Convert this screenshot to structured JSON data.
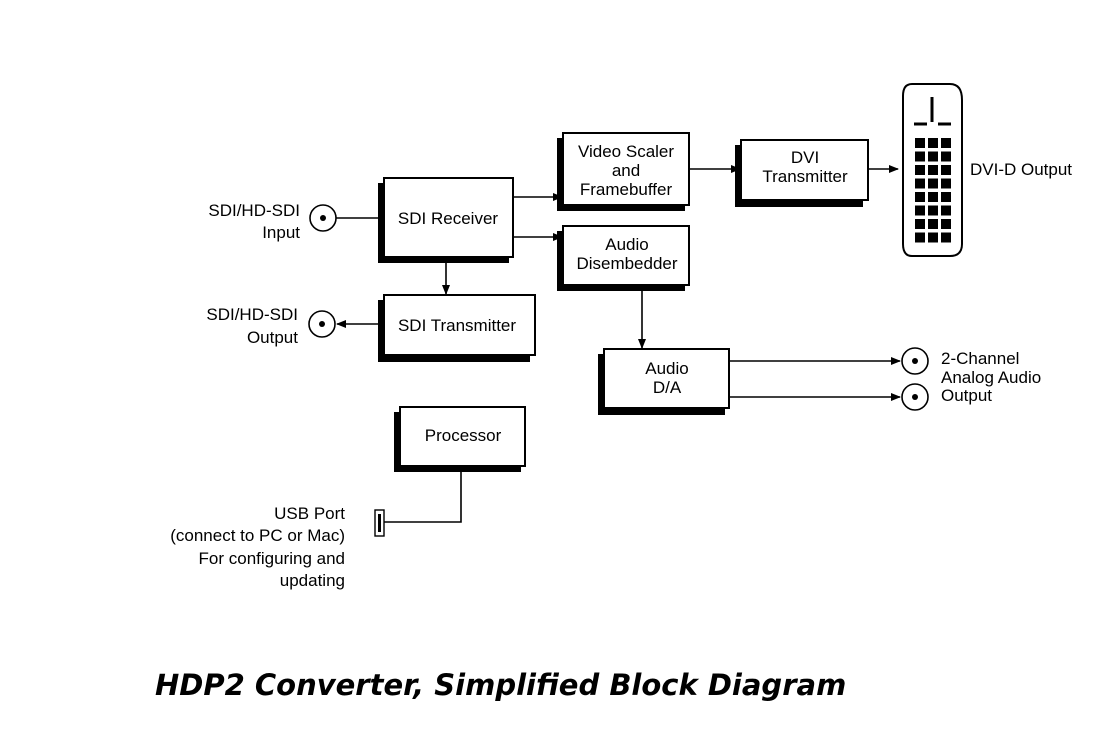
{
  "title": "HDP2 Converter, Simplified Block Diagram",
  "blocks": {
    "sdi_receiver": "SDI Receiver",
    "sdi_transmitter": "SDI Transmitter",
    "video_scaler": [
      "Video Scaler",
      "and",
      "Framebuffer"
    ],
    "dvi_transmitter": [
      "DVI",
      "Transmitter"
    ],
    "audio_disembedder": [
      "Audio",
      "Disembedder"
    ],
    "audio_da": [
      "Audio",
      "D/A"
    ],
    "processor": "Processor"
  },
  "ports": {
    "sdi_input": [
      "SDI/HD-SDI",
      "Input"
    ],
    "sdi_output": [
      "SDI/HD-SDI",
      "Output"
    ],
    "dvi_output": "DVI-D Output",
    "analog_audio": [
      "2-Channel",
      "Analog Audio",
      "Output"
    ],
    "usb": [
      "USB Port",
      "(connect to PC or Mac)",
      "For configuring and",
      "updating"
    ]
  }
}
